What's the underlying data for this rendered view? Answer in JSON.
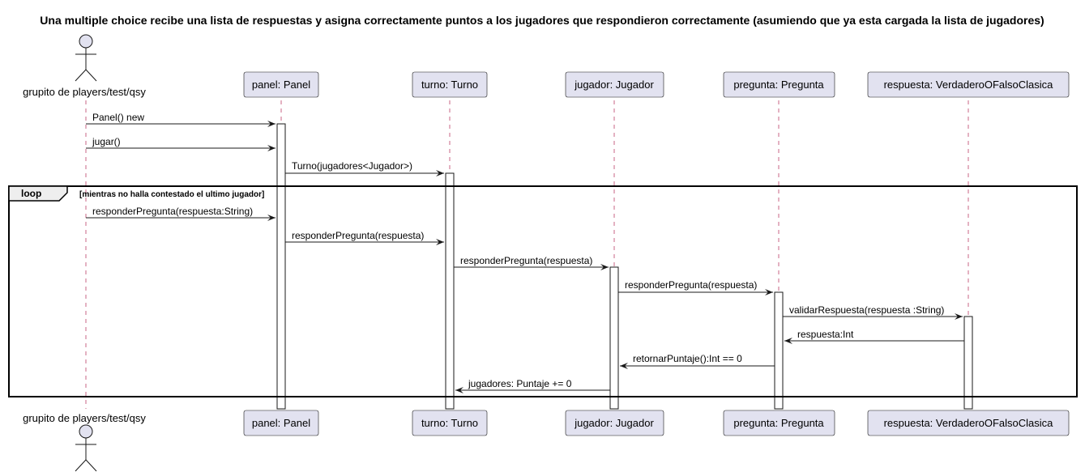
{
  "diagram": {
    "title": "Una multiple choice recibe una lista de respuestas y asigna correctamente puntos a los jugadores que respondieron correctamente (asumiendo que ya esta cargada la lista de jugadores)",
    "actor": {
      "label": "grupito de players/test/qsy"
    },
    "participants": [
      {
        "label": "panel: Panel"
      },
      {
        "label": "turno: Turno"
      },
      {
        "label": "jugador: Jugador"
      },
      {
        "label": "pregunta: Pregunta"
      },
      {
        "label": "respuesta:  VerdaderoOFalsoClasica"
      }
    ],
    "loop": {
      "label": "loop",
      "condition": "[mientras no halla contestado el ultimo jugador]"
    },
    "messages": [
      {
        "label": "Panel() new"
      },
      {
        "label": "jugar()"
      },
      {
        "label": "Turno(jugadores<Jugador>)"
      },
      {
        "label": "responderPregunta(respuesta:String)"
      },
      {
        "label": "responderPregunta(respuesta)"
      },
      {
        "label": "responderPregunta(respuesta)"
      },
      {
        "label": "responderPregunta(respuesta)"
      },
      {
        "label": "validarRespuesta(respuesta :String)"
      },
      {
        "label": "respuesta:Int"
      },
      {
        "label": "retornarPuntaje():Int == 0"
      },
      {
        "label": "jugadores:  Puntaje += 0"
      }
    ]
  }
}
